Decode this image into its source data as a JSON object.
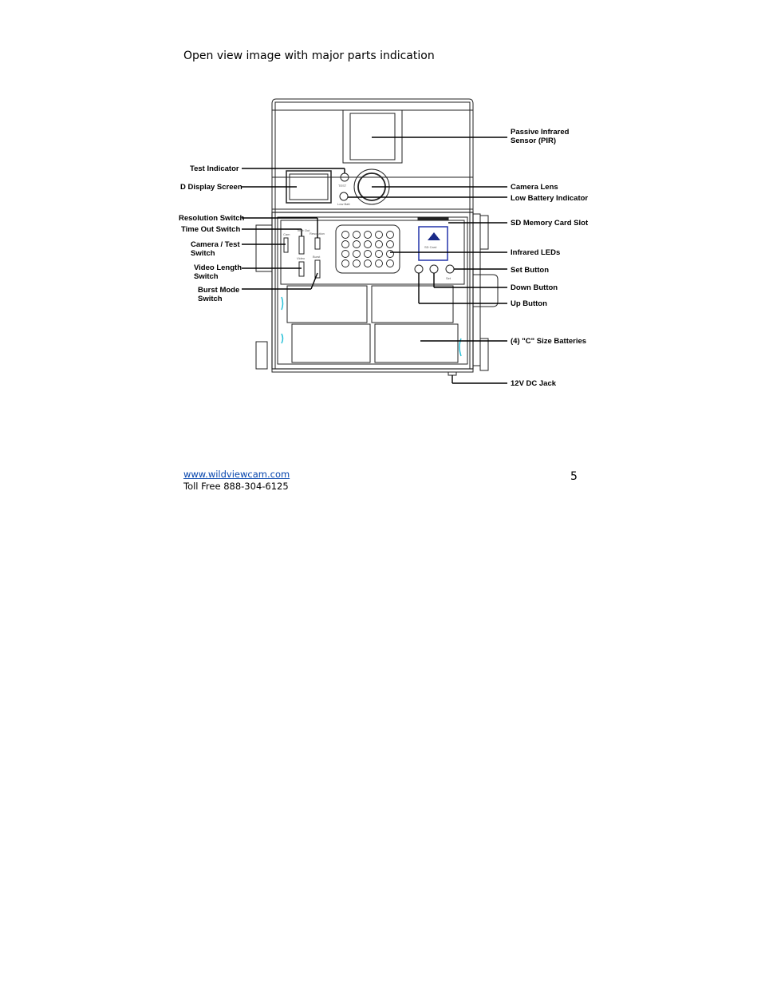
{
  "heading": "Open view image with major parts indication",
  "labels": {
    "pir": [
      "Passive Infrared",
      "Sensor (PIR)"
    ],
    "test_indicator": "Test Indicator",
    "lcd": "D Display Screen",
    "camera_lens": "Camera Lens",
    "low_battery": "Low Battery Indicator",
    "resolution": "Resolution Switch",
    "time_out": "Time Out Switch",
    "camera_test": [
      "Camera / Test",
      "Switch"
    ],
    "video_length": [
      "Video Length",
      "Switch"
    ],
    "burst_mode": [
      "Burst Mode",
      "Switch"
    ],
    "sd_slot": "SD Memory Card Slot",
    "infrared_leds": "Infrared LEDs",
    "set_button": "Set Button",
    "down_button": "Down Button",
    "up_button": "Up Button",
    "batteries": "(4) \"C\" Size Batteries",
    "dc_jack": "12V DC Jack"
  },
  "device_text": {
    "test": "TEST",
    "low_batt": "Low Batt",
    "sd_card": "SD Card",
    "set": "Set",
    "burst": "Burst",
    "video": "Video",
    "resolution": "Resolution",
    "time_out": "Time Out",
    "cam": "Cam"
  },
  "footer": {
    "website": "www.wildviewcam.com",
    "phone": "Toll Free 888-304-6125",
    "page_number": "5"
  }
}
